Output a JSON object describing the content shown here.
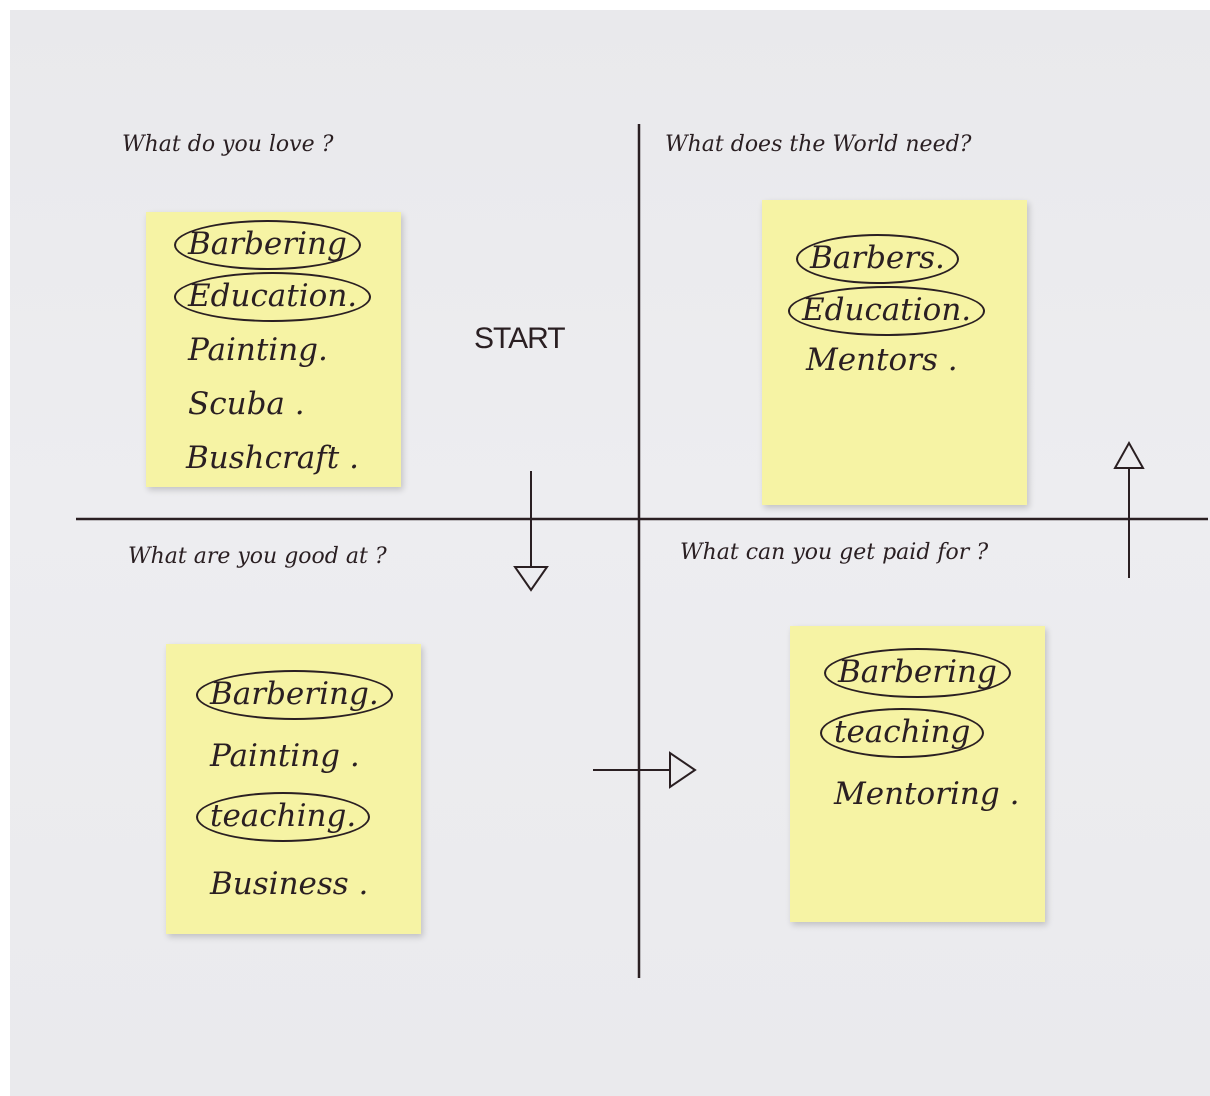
{
  "quadrants": {
    "love": {
      "question": "What do you love ?",
      "items": [
        "Barbering",
        "Education.",
        "Painting.",
        "Scuba .",
        "Bushcraft ."
      ],
      "circled": [
        true,
        true,
        false,
        false,
        false
      ]
    },
    "world": {
      "question": "What does the World need?",
      "items": [
        "Barbers.",
        "Education.",
        "Mentors ."
      ],
      "circled": [
        true,
        true,
        false
      ]
    },
    "good": {
      "question": "What are you good at ?",
      "items": [
        "Barbering.",
        "Painting .",
        "teaching.",
        "Business ."
      ],
      "circled": [
        true,
        false,
        true,
        false
      ]
    },
    "paid": {
      "question": "What can you get paid for ?",
      "items": [
        "Barbering",
        "teaching",
        "Mentoring ."
      ],
      "circled": [
        true,
        true,
        false
      ]
    }
  },
  "start_label": "START",
  "colors": {
    "note": "#f6f3a4",
    "ink": "#2a1f22",
    "paper": "#ececef"
  }
}
